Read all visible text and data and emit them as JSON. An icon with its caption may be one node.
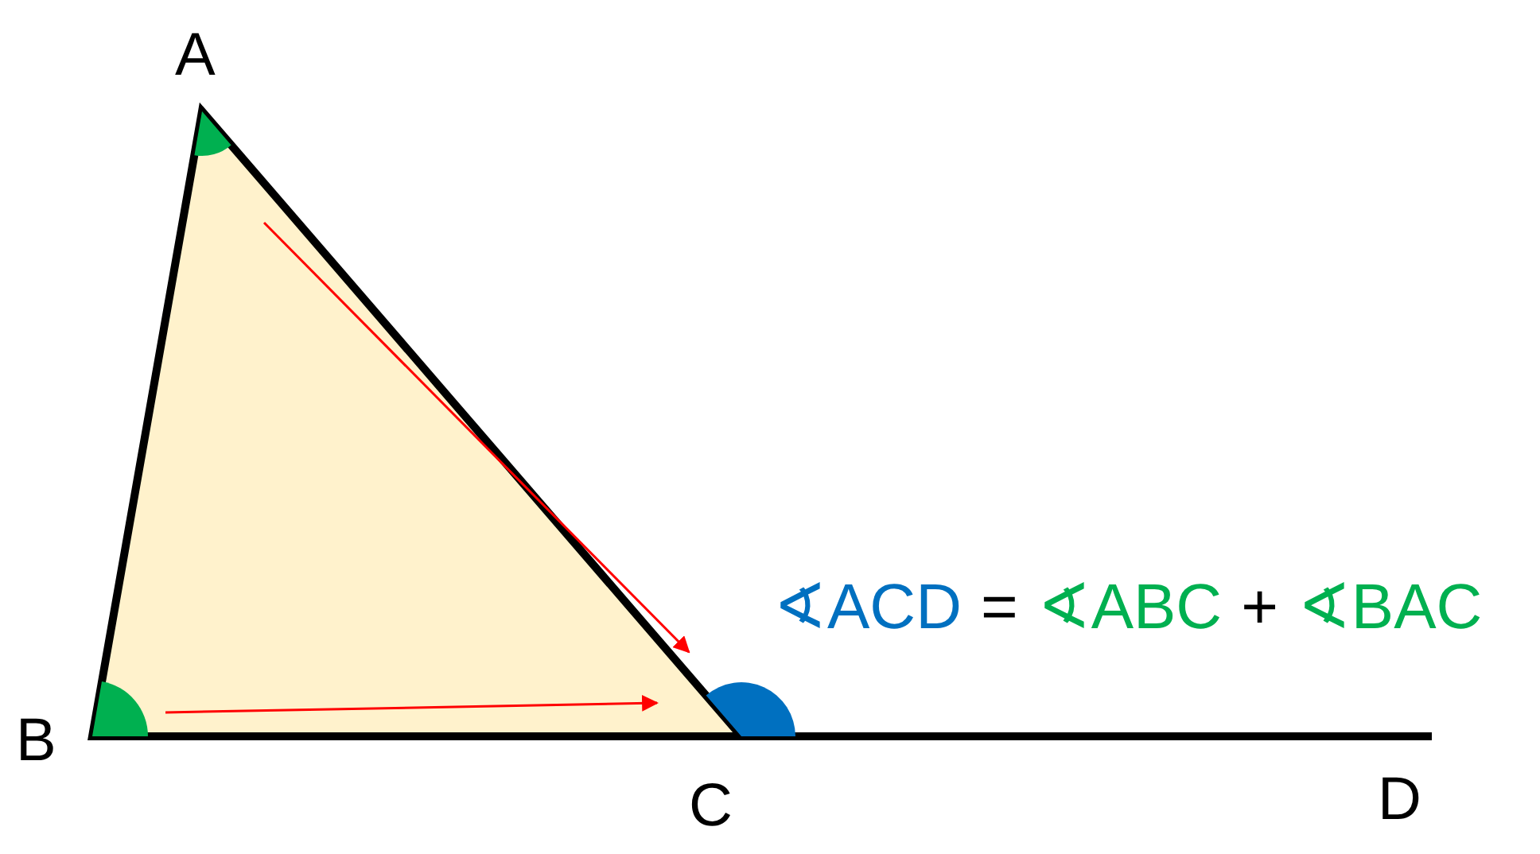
{
  "diagram": {
    "labels": [
      "A",
      "B",
      "C",
      "D",
      "∢ACD",
      "=",
      "∢ABC",
      "+",
      "∢BAC"
    ]
  }
}
